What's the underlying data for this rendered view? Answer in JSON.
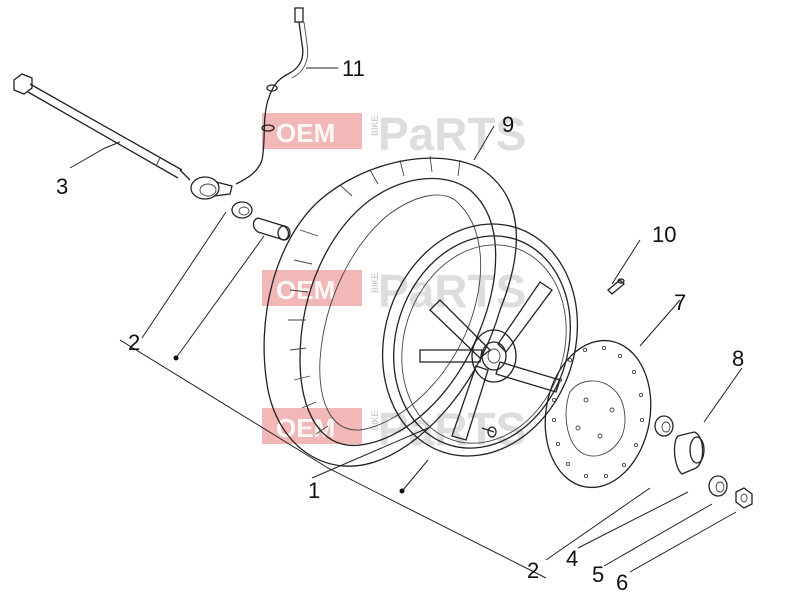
{
  "watermark": {
    "brand_main": "OEM",
    "brand_sub": "BIKE",
    "brand_parts": "PaRTS"
  },
  "callouts": [
    {
      "id": "c1",
      "label": "1"
    },
    {
      "id": "c2a",
      "label": "2"
    },
    {
      "id": "c2b",
      "label": "2"
    },
    {
      "id": "c3",
      "label": "3"
    },
    {
      "id": "c4",
      "label": "4"
    },
    {
      "id": "c5",
      "label": "5"
    },
    {
      "id": "c6",
      "label": "6"
    },
    {
      "id": "c7",
      "label": "7"
    },
    {
      "id": "c8",
      "label": "8"
    },
    {
      "id": "c9",
      "label": "9"
    },
    {
      "id": "c10",
      "label": "10"
    },
    {
      "id": "c11",
      "label": "11"
    }
  ]
}
